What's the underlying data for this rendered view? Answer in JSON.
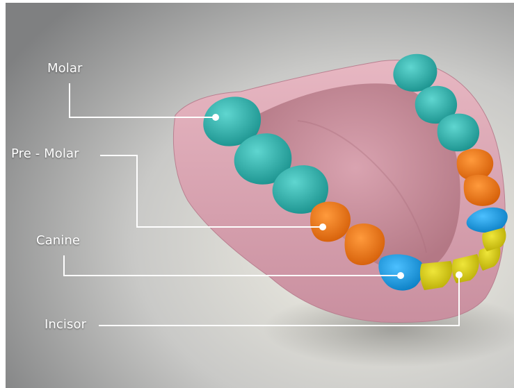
{
  "labels": {
    "molar": "Molar",
    "premolar": "Pre - Molar",
    "canine": "Canine",
    "incisor": "Incisor"
  },
  "colors": {
    "molar": "#2BB5B0",
    "premolar": "#F07A17",
    "canine": "#1FA2E8",
    "incisor": "#D9CF10",
    "gum": "#D9A0AE",
    "palate": "#C88C9A",
    "leader_line": "#FFFFFF"
  }
}
